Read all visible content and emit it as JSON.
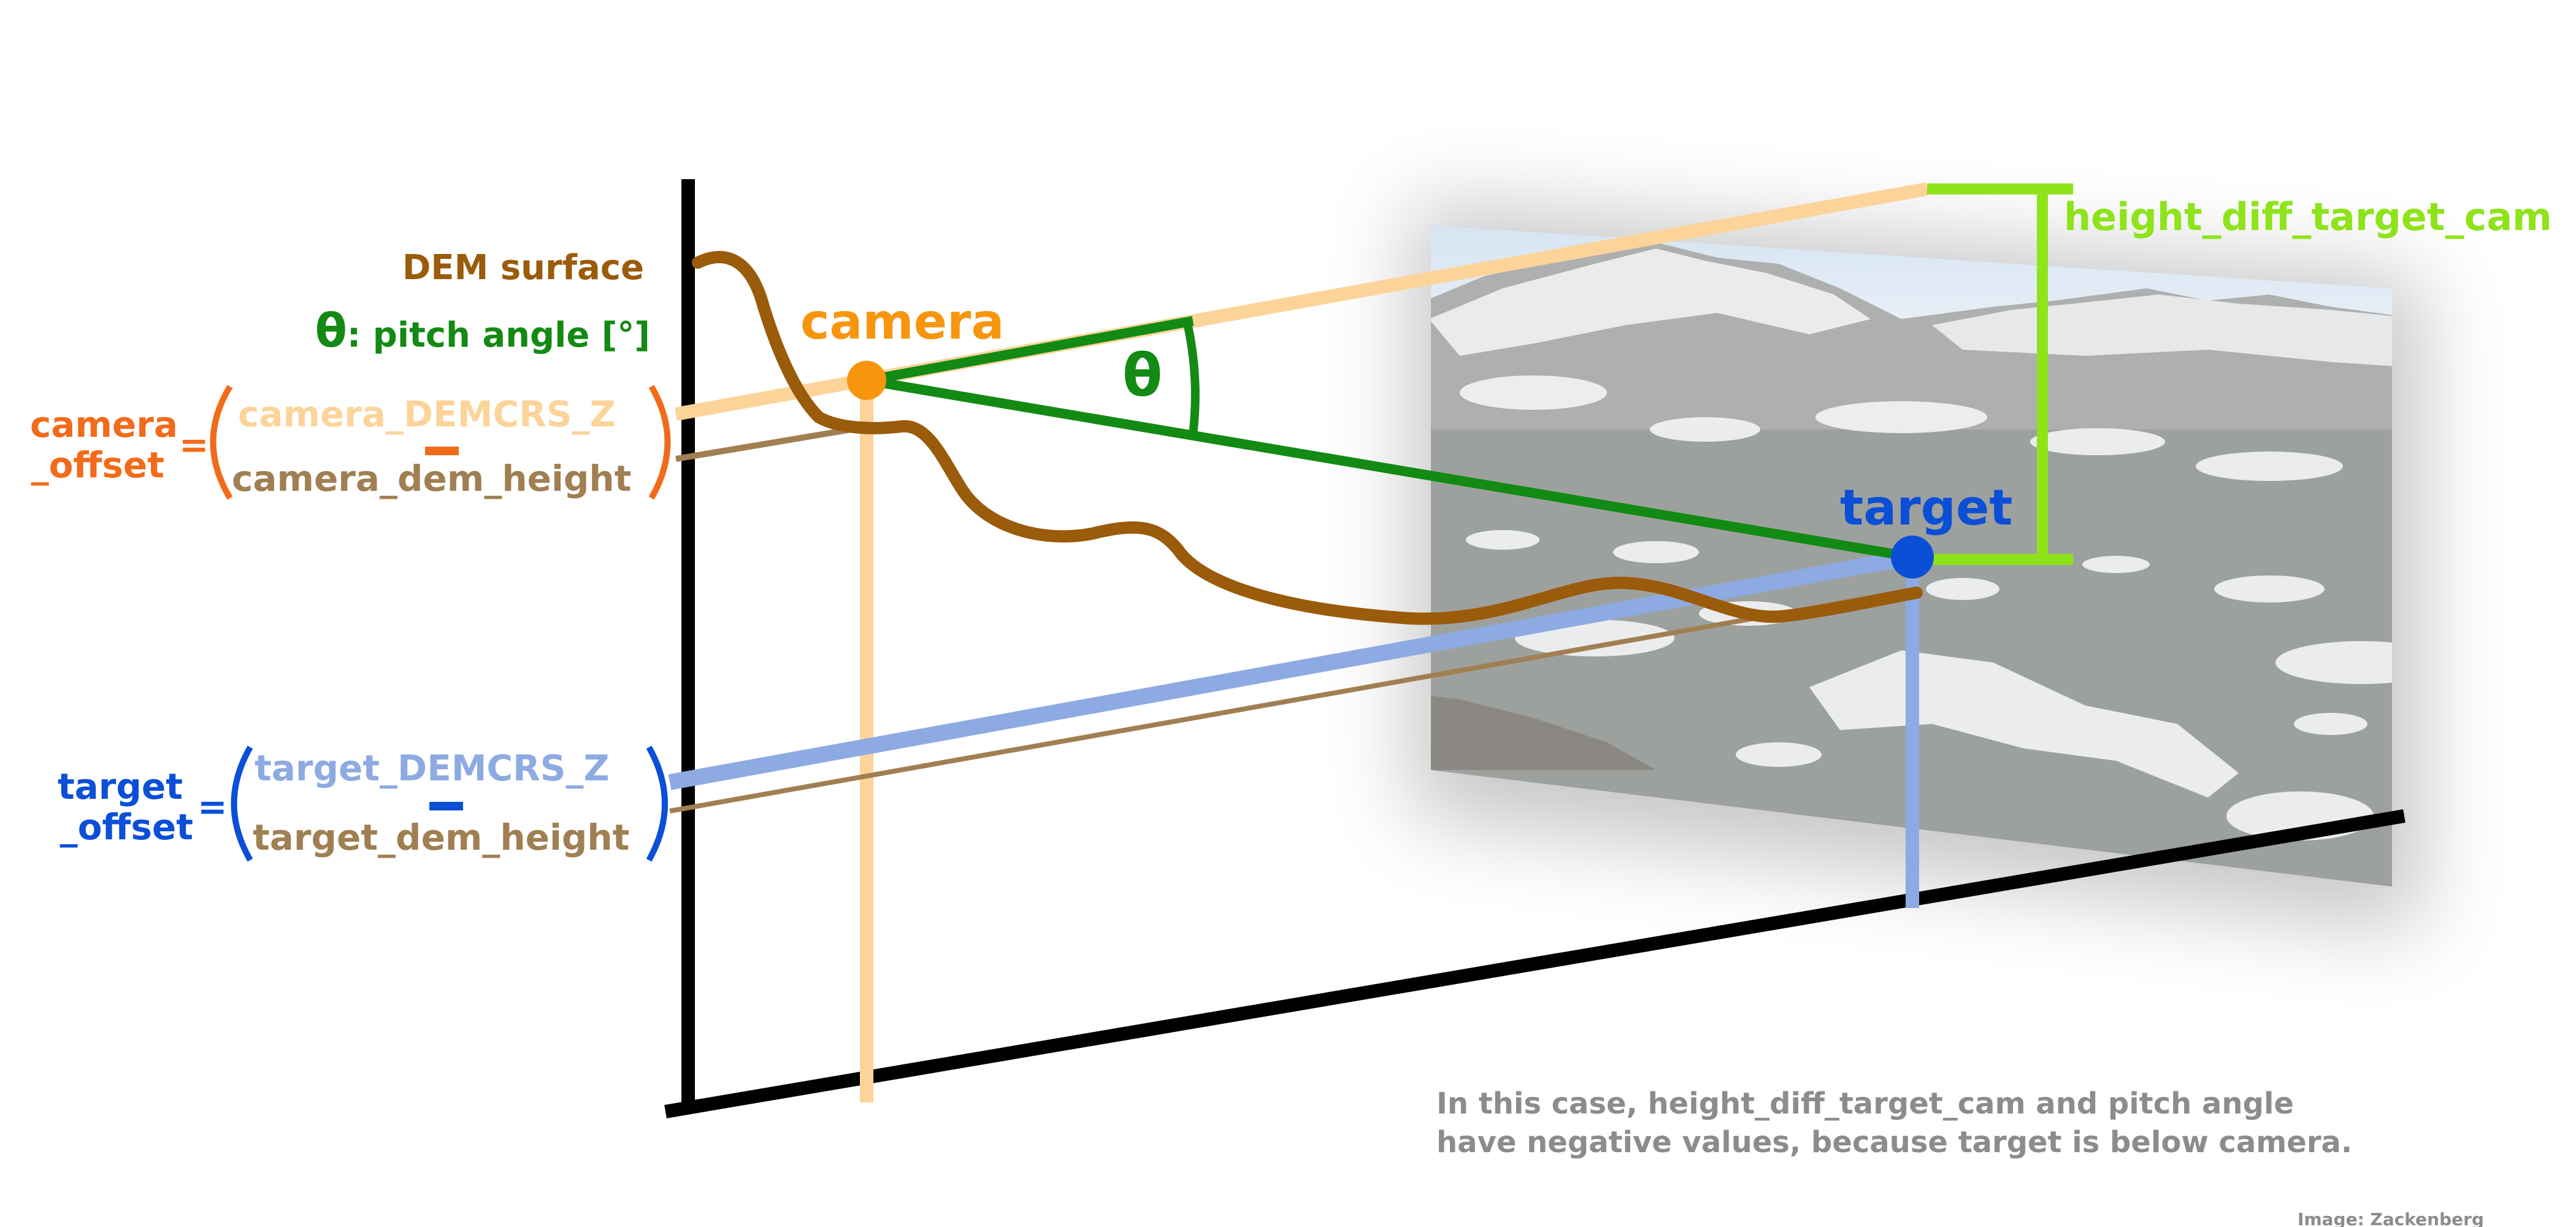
{
  "labels": {
    "dem_surface": "DEM surface",
    "pitch_symbol": "θ",
    "pitch_label": ": pitch angle [°]",
    "camera": "camera",
    "target": "target",
    "theta": "θ",
    "height_diff": "height_diff_target_cam",
    "camera_offset_line1": "camera",
    "camera_offset_line2": "_offset",
    "camera_demcrs_z": "camera_DEMCRS_Z",
    "camera_dem_height": "camera_dem_height",
    "target_offset_line1": "target",
    "target_offset_line2": "_offset",
    "target_demcrs_z": "target_DEMCRS_Z",
    "target_dem_height": "target_dem_height",
    "equals": "=",
    "note_line1": "In this case, height_diff_target_cam and pitch angle",
    "note_line2": "have negative values, because target is below camera.",
    "credit": "Image: Zackenberg"
  },
  "colors": {
    "axes": "#000000",
    "dem_surface": "#9a5b0a",
    "pitch": "#138a13",
    "camera": "#f7960e",
    "camera_line": "#fcd49a",
    "camera_offset": "#f26b1b",
    "dem_height": "#a07f52",
    "target": "#0b4fd6",
    "target_line": "#8eaae2",
    "height_diff": "#8fe31a",
    "note": "#8c8c8c"
  }
}
